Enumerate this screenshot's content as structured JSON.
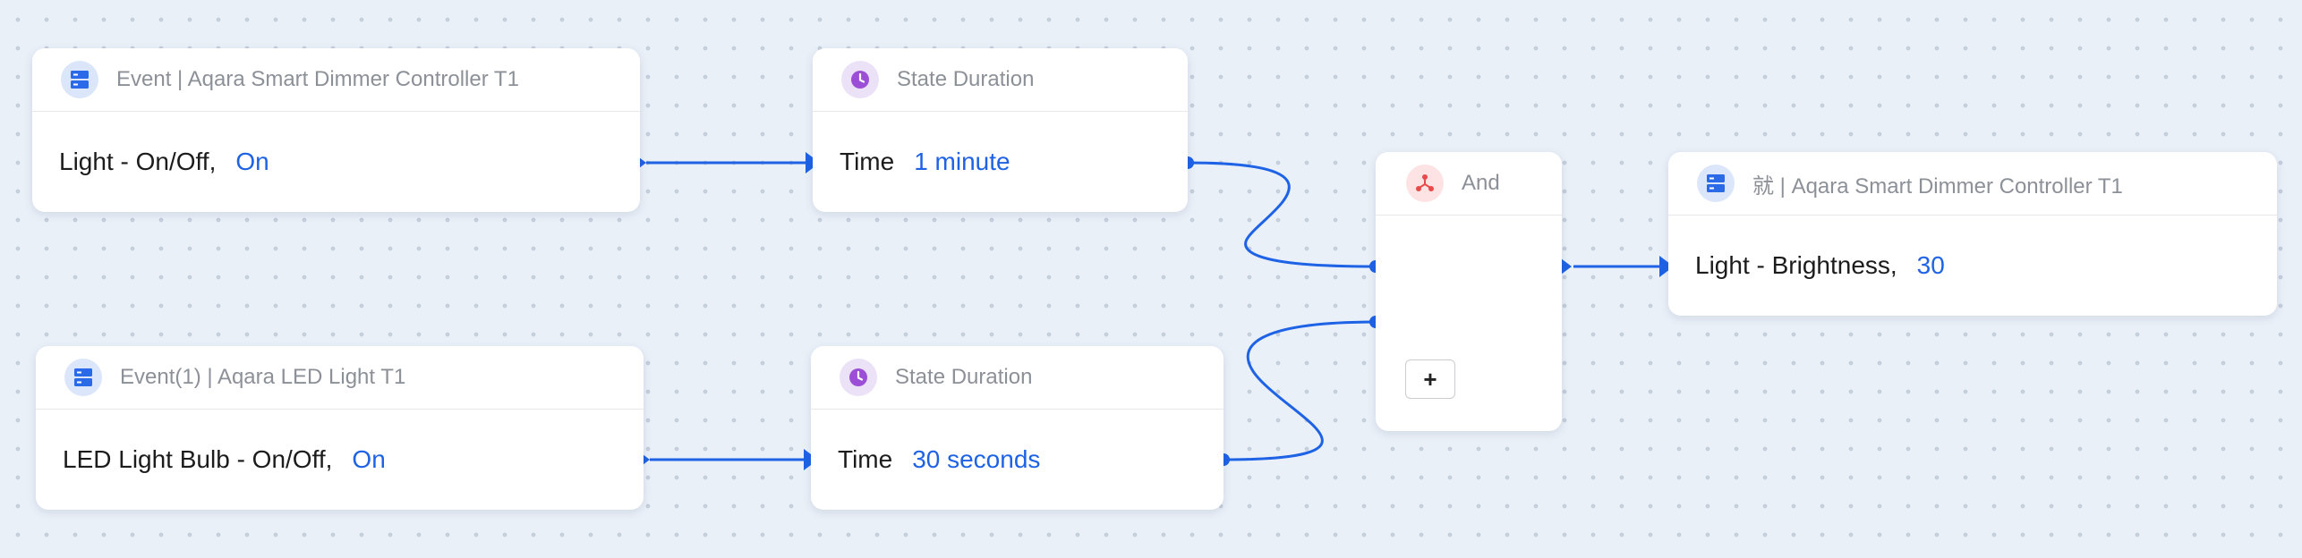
{
  "nodes": {
    "event1": {
      "title": "Event | Aqara Smart Dimmer Controller T1",
      "label": "Light - On/Off,",
      "value": "On",
      "icon": "device-icon"
    },
    "duration1": {
      "title": "State Duration",
      "label": "Time",
      "value": "1 minute",
      "icon": "clock-icon"
    },
    "event2": {
      "title": "Event(1) | Aqara LED Light T1",
      "label": "LED Light Bulb - On/Off,",
      "value": "On",
      "icon": "device-icon"
    },
    "duration2": {
      "title": "State Duration",
      "label": "Time",
      "value": "30 seconds",
      "icon": "clock-icon"
    },
    "and": {
      "title": "And",
      "add_label": "+",
      "icon": "logic-and-icon"
    },
    "action": {
      "title": "就 | Aqara Smart Dimmer Controller T1",
      "label": "Light - Brightness,",
      "value": "30",
      "icon": "device-icon"
    }
  },
  "colors": {
    "wire": "#1e62e6",
    "value": "#1e62e6",
    "device_icon": "#2a6ae8",
    "clock_icon": "#9b4fd6",
    "logic_icon": "#e84a4a"
  }
}
